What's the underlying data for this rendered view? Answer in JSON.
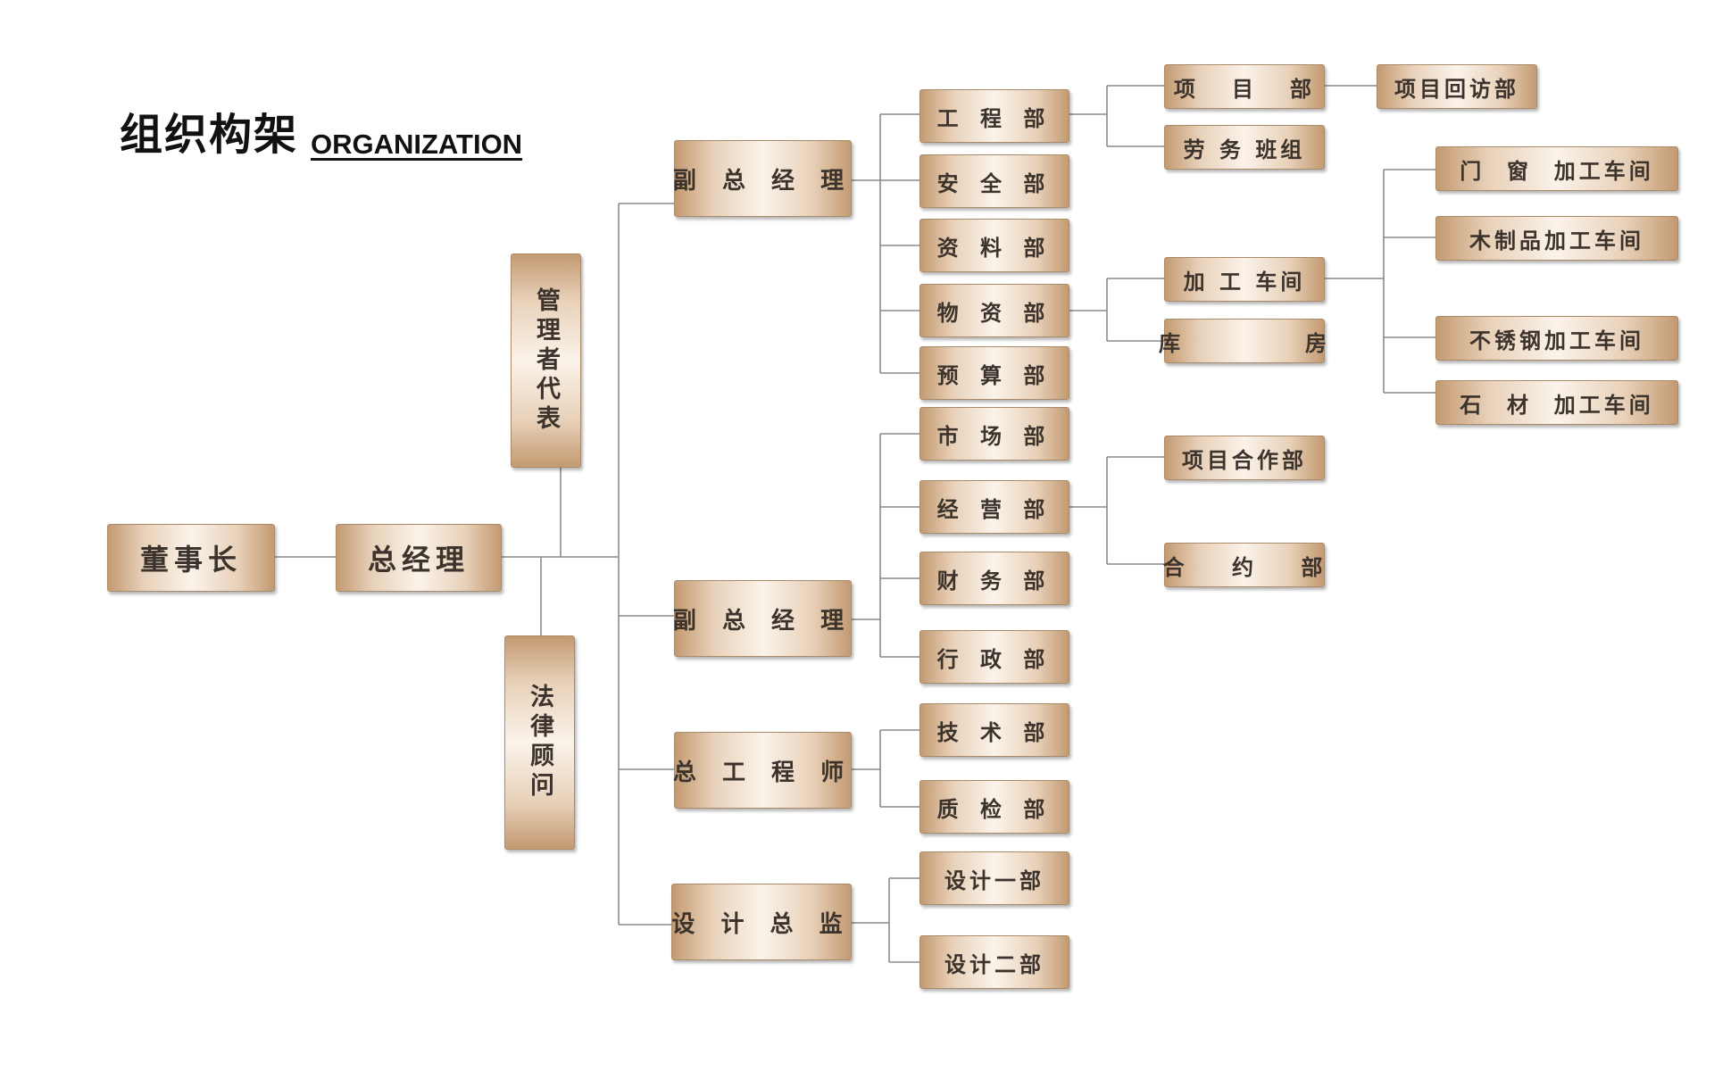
{
  "header": {
    "title": "组织构架",
    "subtitle": "ORGANIZATION"
  },
  "nodes": {
    "chairman": "董事长",
    "gm": "总经理",
    "mgmt_rep": "管理者代表",
    "legal": "法律顾问",
    "vgm1": "副 总 经 理",
    "vgm2": "副 总 经 理",
    "chief_eng": "总 工 程 师",
    "design_dir": "设 计 总 监",
    "engineering": "工 程 部",
    "safety": "安 全 部",
    "documents": "资 料 部",
    "materials": "物 资 部",
    "budget": "预 算 部",
    "market": "市 场 部",
    "operations": "经 营 部",
    "finance": "财 务 部",
    "admin": "行 政 部",
    "technology": "技 术 部",
    "quality": "质 检 部",
    "design1": "设计一部",
    "design2": "设计二部",
    "project_dept": "项   目   部",
    "labor": "劳 务 班组",
    "processing": "加 工 车间",
    "warehouse": "库           房",
    "project_coop": "项目合作部",
    "contract": "合    约    部",
    "revisit": "项目回访部",
    "door_window": "门  窗  加工车间",
    "wood": "木制品加工车间",
    "steel": "不锈钢加工车间",
    "stone": "石  材  加工车间"
  }
}
